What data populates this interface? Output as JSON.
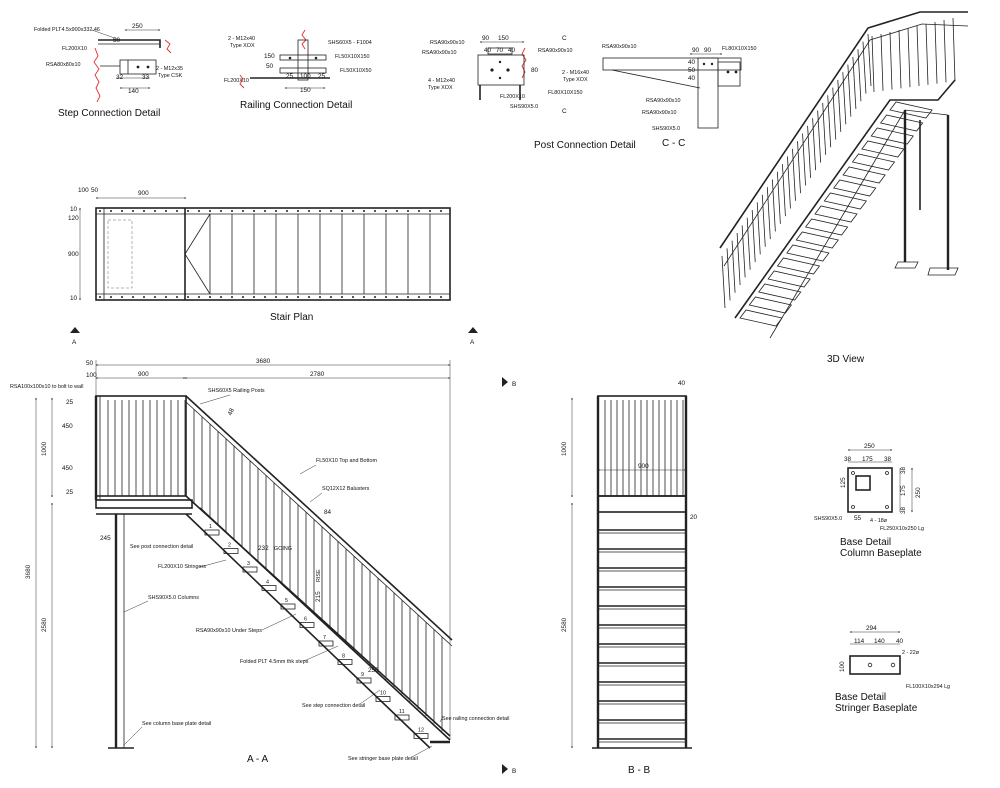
{
  "titles": {
    "step_conn": "Step Connection Detail",
    "rail_conn": "Railing Connection Detail",
    "post_conn": "Post Connection Detail",
    "cc": "C - C",
    "plan": "Stair Plan",
    "view3d": "3D View",
    "aa": "A - A",
    "bb": "B - B",
    "base_col_1": "Base Detail",
    "base_col_2": "Column Baseplate",
    "base_str_1": "Base Detail",
    "base_str_2": "Stringer Baseplate"
  },
  "section_marks": {
    "a": "A",
    "b": "B",
    "c": "C"
  },
  "step_detail": {
    "folded_plate": "Folded PLT4.5x900x332.46",
    "fl200": "FL200X10",
    "rsa": "RSA80x80x10",
    "bolts": "2 - M12x35",
    "bolt_type": "Type CSK",
    "dims": [
      "250",
      "50",
      "32",
      "33",
      "140"
    ]
  },
  "rail_detail": {
    "bolts": "2 - M12x40",
    "bolt_type": "Type XOX",
    "shs": "SHS60X5 - F1004",
    "fl50_150": "FL50X10X150",
    "fl50_50": "FL50X10X50",
    "fl200": "FL200X10",
    "dims": [
      "150",
      "50",
      "25",
      "100",
      "25",
      "150"
    ]
  },
  "post_detail": {
    "rsa1": "RSA90x90x10",
    "rsa2": "RSA90x90x10",
    "rsa3": "RSA90x90x10",
    "bolts_a": "4 - M12x40",
    "bolts_a_type": "Type XOX",
    "bolts_b": "2 - M16x40",
    "bolts_b_type": "Type XOX",
    "fl200": "FL200X10",
    "fl80": "FL80X10X150",
    "shs": "SHS90X5.0",
    "dims": [
      "90",
      "150",
      "40",
      "70",
      "40",
      "80"
    ]
  },
  "cc_detail": {
    "rsa_top": "RSA90x90x10",
    "fl80": "FL80X10X150",
    "rsa_a": "RSA90x90x10",
    "rsa_b": "RSA90x90x10",
    "shs": "SHS90X5.0",
    "dims": [
      "90",
      "90",
      "40",
      "50",
      "40"
    ]
  },
  "plan": {
    "dims_top": [
      "100",
      "50",
      "900"
    ],
    "dims_left": [
      "10",
      "120",
      "900",
      "10"
    ]
  },
  "section_aa": {
    "dim_overall": "3680",
    "dim_left_a": "50",
    "dim_left_b": "100",
    "dim_landing": "900",
    "dim_flight": "2780",
    "height_total": "3680",
    "height_rail": "1000",
    "height_col": "2580",
    "rail_gaps": [
      "450",
      "450",
      "25",
      "25"
    ],
    "dim_245": "245",
    "dim_84": "84",
    "dim_232": "232",
    "dim_going": "GOING",
    "dim_215": "215",
    "dim_rise": "RISE",
    "dim_250": "250",
    "dim_48": "48",
    "labels": {
      "rsa_wall": "RSA100x100x10 to bolt to wall",
      "posts": "SHS60X5 Railing Posts",
      "fl50": "FL50X10 Top and Bottom",
      "balusters": "SQ12X12 Balusters",
      "post_conn": "See post connection detail",
      "stringers": "FL200X10 Stringers",
      "columns": "SHS90X5.0 Columns",
      "rsa_under": "RSA90x90x10 Under Steps",
      "folded": "Folded PLT 4.5mm thk steps",
      "step_conn": "See step connection detail",
      "col_base": "See column base plate detail",
      "rail_conn": "See railing connection detail",
      "str_base": "See stringer base plate detail"
    },
    "step_numbers": [
      "1",
      "2",
      "3",
      "4",
      "5",
      "6",
      "7",
      "8",
      "9",
      "10",
      "11",
      "12"
    ]
  },
  "section_bb": {
    "dim_40": "40",
    "dim_1000": "1000",
    "dim_900": "900",
    "dim_20": "20",
    "dim_2580": "2580"
  },
  "base_col": {
    "dims": [
      "250",
      "38",
      "175",
      "38",
      "38",
      "175",
      "38",
      "125",
      "55",
      "250"
    ],
    "holes": "4 - 18ø",
    "shs": "SHS90X5.0",
    "plate": "FL250X10x250 Lg"
  },
  "base_str": {
    "dims": [
      "294",
      "114",
      "140",
      "40",
      "100"
    ],
    "holes": "2 - 22ø",
    "plate": "FL100X10x294 Lg"
  }
}
